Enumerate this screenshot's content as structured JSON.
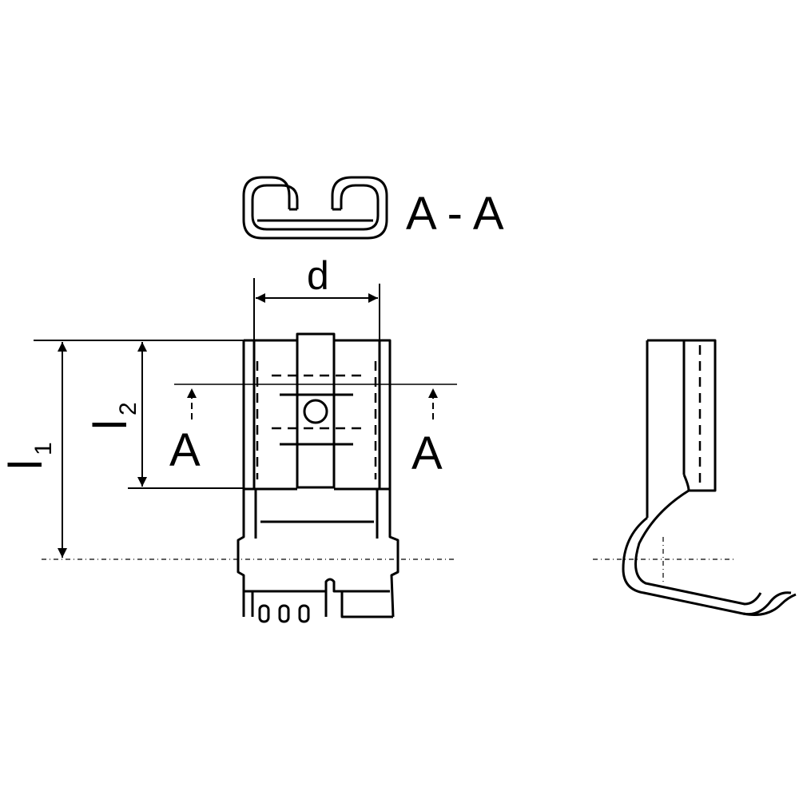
{
  "section": {
    "label": "A - A"
  },
  "dimensions": {
    "width": "d",
    "length_total": {
      "base": "l",
      "subscript": "1"
    },
    "length_partial": {
      "base": "l",
      "subscript": "2"
    }
  },
  "cut_marks": {
    "left": "A",
    "right": "A"
  },
  "colors": {
    "line": "#000000",
    "background": "#ffffff"
  }
}
